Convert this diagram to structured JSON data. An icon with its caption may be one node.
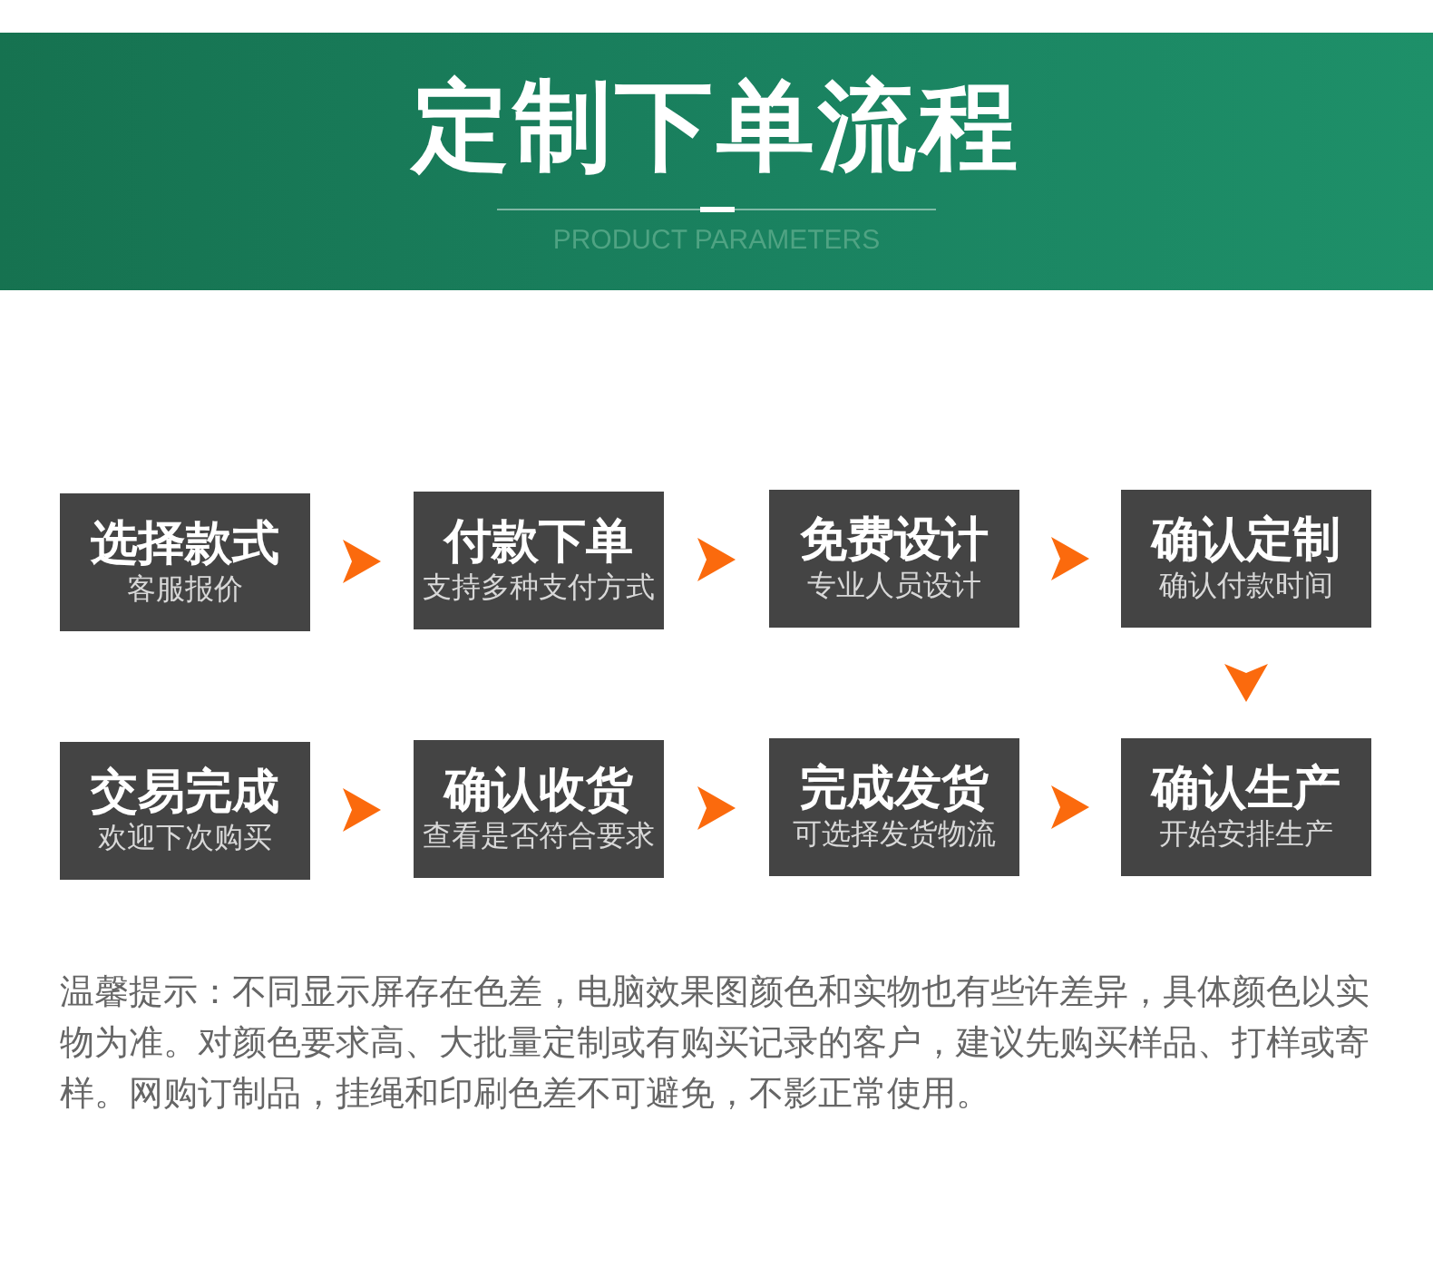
{
  "diagram": {
    "title": "定制下单流程",
    "nodes": [
      {
        "text": [
          "选择款式",
          "客服报价"
        ]
      },
      {
        "text": [
          "付款下单",
          "支持多种支付方式"
        ]
      },
      {
        "text": [
          "免费设计",
          "专业人员设计"
        ]
      },
      {
        "text": [
          "确认定制",
          "确认付款时间"
        ]
      },
      {
        "text": [
          "交易完成",
          "欢迎下次购买"
        ]
      },
      {
        "text": [
          "确认收货",
          "查看是否符合要求"
        ]
      },
      {
        "text": [
          "完成发货",
          "可选择发货物流"
        ]
      },
      {
        "text": [
          "确认生产",
          "开始安排生产"
        ]
      }
    ],
    "edges": [
      {
        "from": 0,
        "to": 1,
        "arrow": "to"
      },
      {
        "from": 1,
        "to": 2,
        "arrow": "to"
      },
      {
        "from": 2,
        "to": 3,
        "arrow": "to"
      },
      {
        "from": 3,
        "to": 7,
        "arrow": "to"
      },
      {
        "from": 4,
        "to": 5,
        "arrow": "to"
      },
      {
        "from": 5,
        "to": 6,
        "arrow": "to"
      },
      {
        "from": 6,
        "to": 7,
        "arrow": "to"
      }
    ],
    "labels": [
      "PRODUCT PARAMETERS",
      "温馨提示：不同显示屏存在色差，电脑效果图颜色和实物也有些许差异，具体颜色以实物为准。对颜色要求高、大批量定制或有购买记录的客户，建议先购买样品、打样或寄样。网购订制品，挂绳和印刷色差不可避免，不影正常使用。"
    ]
  }
}
